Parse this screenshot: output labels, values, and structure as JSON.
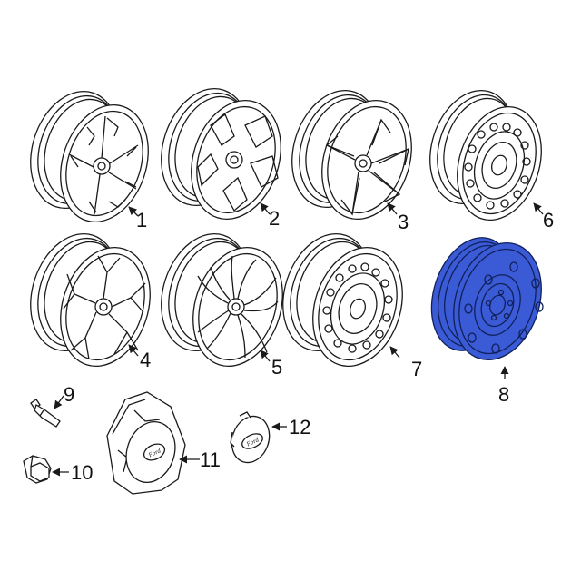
{
  "diagram": {
    "type": "parts-exploded-view",
    "background": "#ffffff",
    "line_color": "#1a1a1a",
    "highlight_color": "#3b5bd6",
    "highlighted_part": "8",
    "parts": [
      {
        "id": "1",
        "label": "1",
        "kind": "alloy-wheel",
        "style": "split-spoke"
      },
      {
        "id": "2",
        "label": "2",
        "kind": "alloy-wheel",
        "style": "six-spoke-pocket"
      },
      {
        "id": "3",
        "label": "3",
        "kind": "alloy-wheel",
        "style": "star-spoke"
      },
      {
        "id": "6",
        "label": "6",
        "kind": "steel-wheel",
        "style": "round-holes"
      },
      {
        "id": "4",
        "label": "4",
        "kind": "alloy-wheel",
        "style": "y-spoke"
      },
      {
        "id": "5",
        "label": "5",
        "kind": "alloy-wheel",
        "style": "twin-spoke"
      },
      {
        "id": "7",
        "label": "7",
        "kind": "steel-wheel",
        "style": "round-holes"
      },
      {
        "id": "8",
        "label": "8",
        "kind": "spare-wheel",
        "style": "steel-highlighted"
      },
      {
        "id": "9",
        "label": "9",
        "kind": "valve-stem"
      },
      {
        "id": "10",
        "label": "10",
        "kind": "lug-nut"
      },
      {
        "id": "11",
        "label": "11",
        "kind": "center-cap-large"
      },
      {
        "id": "12",
        "label": "12",
        "kind": "center-cap-small"
      }
    ]
  }
}
